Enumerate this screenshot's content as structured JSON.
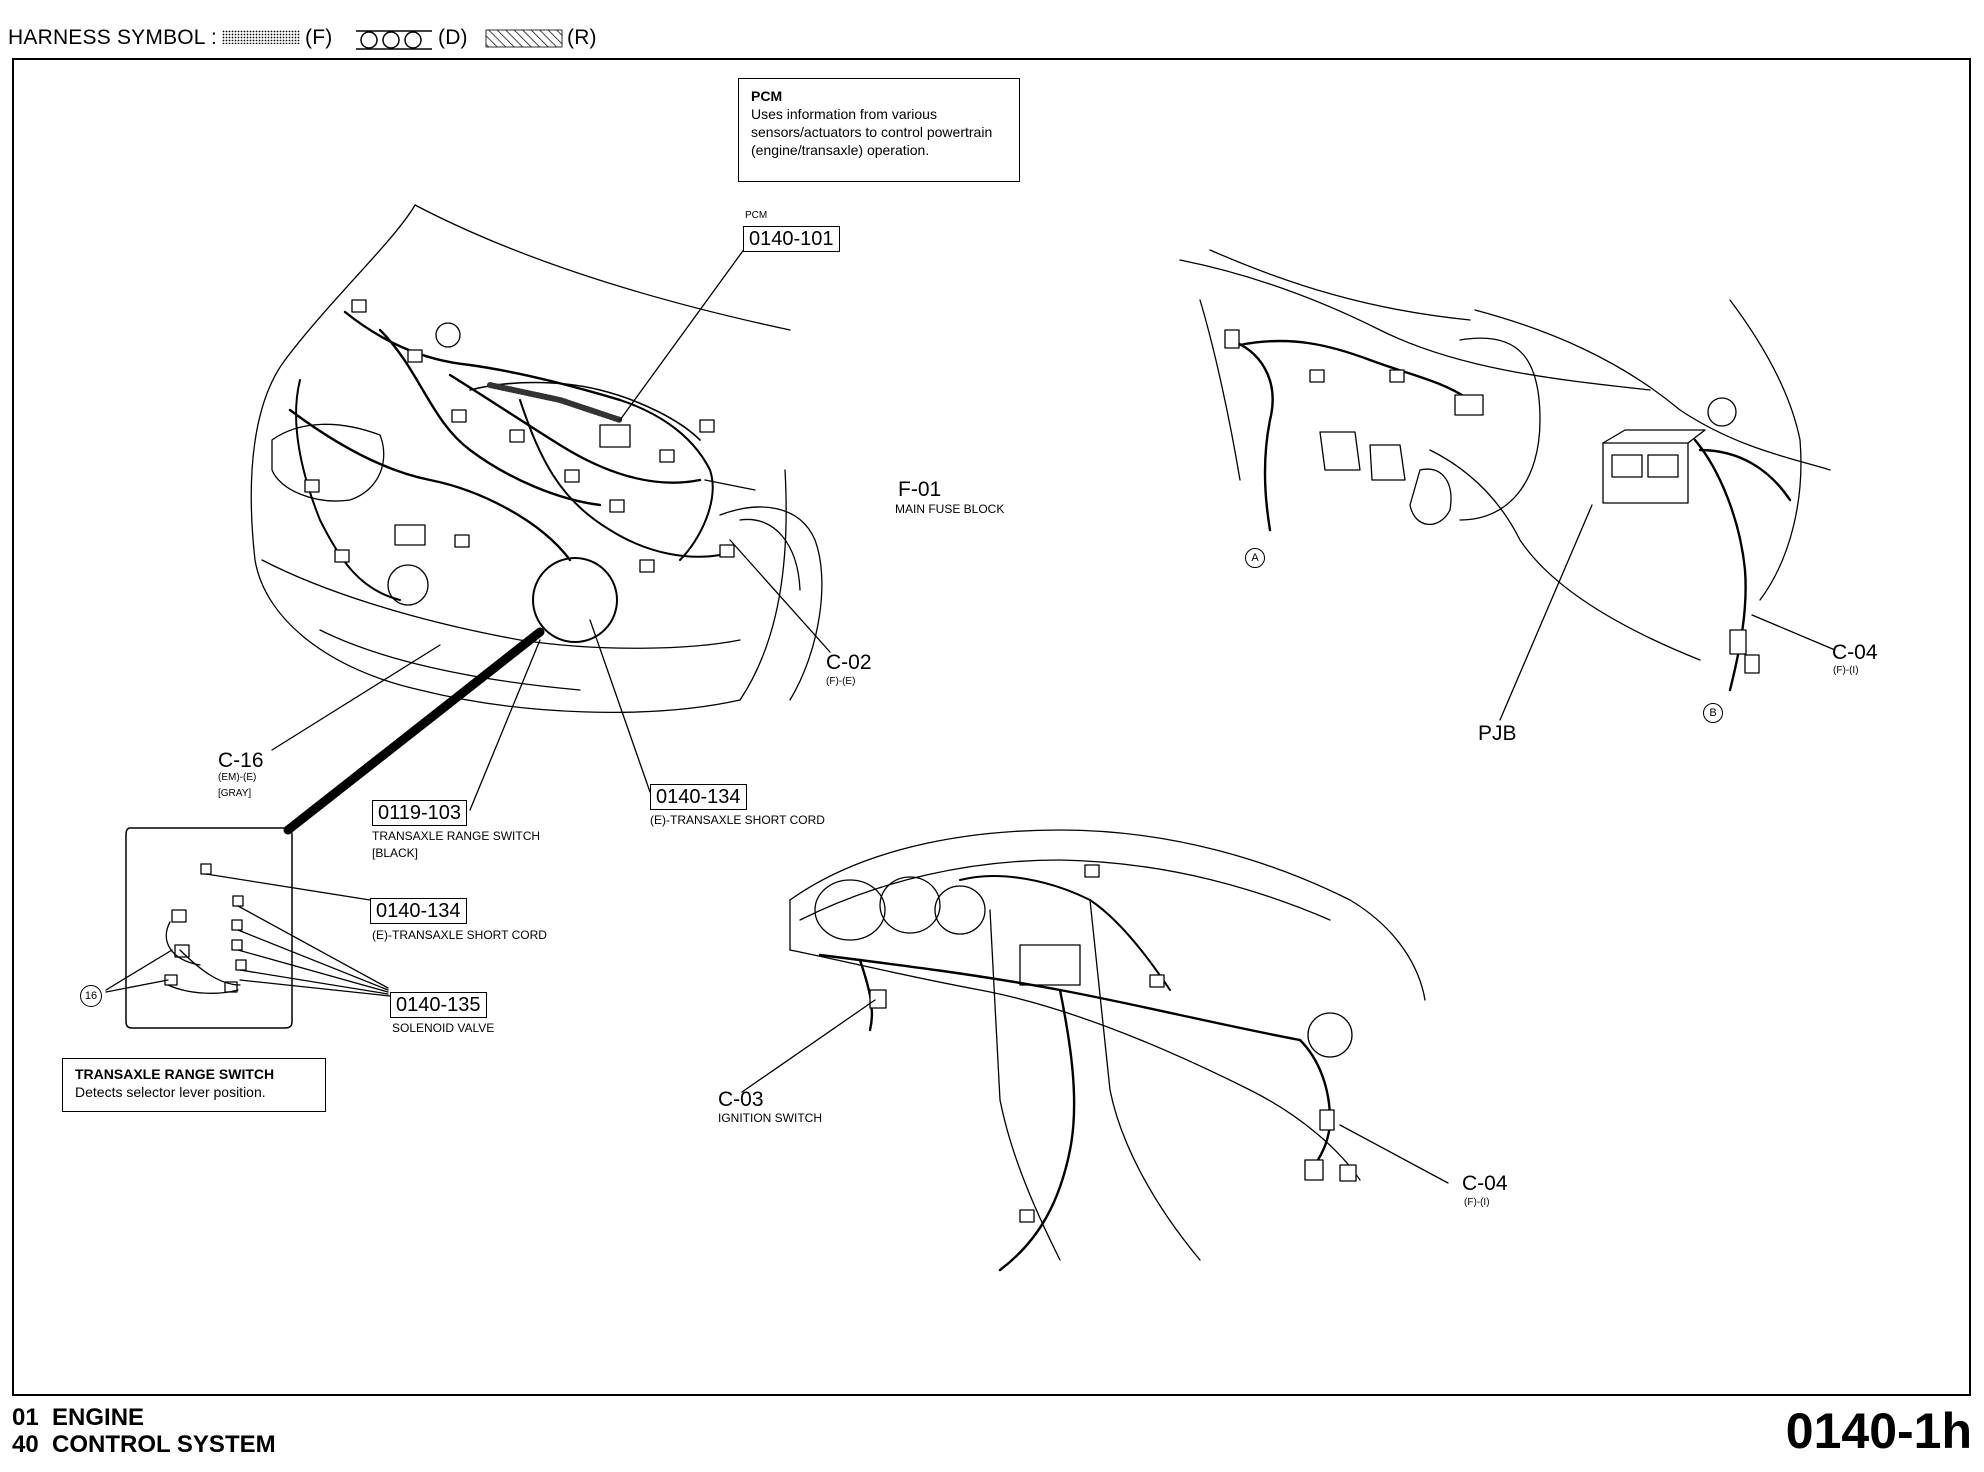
{
  "harness_legend": {
    "prefix": "HARNESS SYMBOL :",
    "items": [
      {
        "symbol": "dotted-fill",
        "label": "(F)"
      },
      {
        "symbol": "circle-chain",
        "label": "(D)"
      },
      {
        "symbol": "hatched",
        "label": "(R)"
      }
    ]
  },
  "pcm_box": {
    "title": "PCM",
    "body": "Uses information from various sensors/actuators to control powertrain (engine/transaxle) operation."
  },
  "tr_switch_box": {
    "title": "TRANSAXLE RANGE SWITCH",
    "body": "Detects selector lever position."
  },
  "labels": {
    "pcm_small": "PCM",
    "pcm_code": "0140-101",
    "f01": "F-01",
    "f01_desc": "MAIN FUSE BLOCK",
    "c02": "C-02",
    "c02_sub": "(F)-(E)",
    "c16": "C-16",
    "c16_sub": "(EM)-(E)",
    "c16_color": "[GRAY]",
    "code_0119_103": "0119-103",
    "code_0119_103_desc": "TRANSAXLE RANGE SWITCH",
    "code_0119_103_color": "[BLACK]",
    "code_0140_134_a": "0140-134",
    "code_0140_134_a_desc": "(E)-TRANSAXLE SHORT CORD",
    "code_0140_134_b": "0140-134",
    "code_0140_134_b_desc": "(E)-TRANSAXLE SHORT CORD",
    "code_0140_135": "0140-135",
    "code_0140_135_desc": "SOLENOID VALVE",
    "pin16": "16",
    "pjb": "PJB",
    "c04_top": "C-04",
    "c04_top_sub": "(F)-(I)",
    "pin_a": "A",
    "pin_b": "B",
    "c03": "C-03",
    "c03_desc": "IGNITION SWITCH",
    "c04_bottom": "C-04",
    "c04_bottom_sub": "(F)-(I)"
  },
  "footer": {
    "line1": "01  ENGINE",
    "line2": "40  CONTROL SYSTEM",
    "page": "0140-1h"
  }
}
